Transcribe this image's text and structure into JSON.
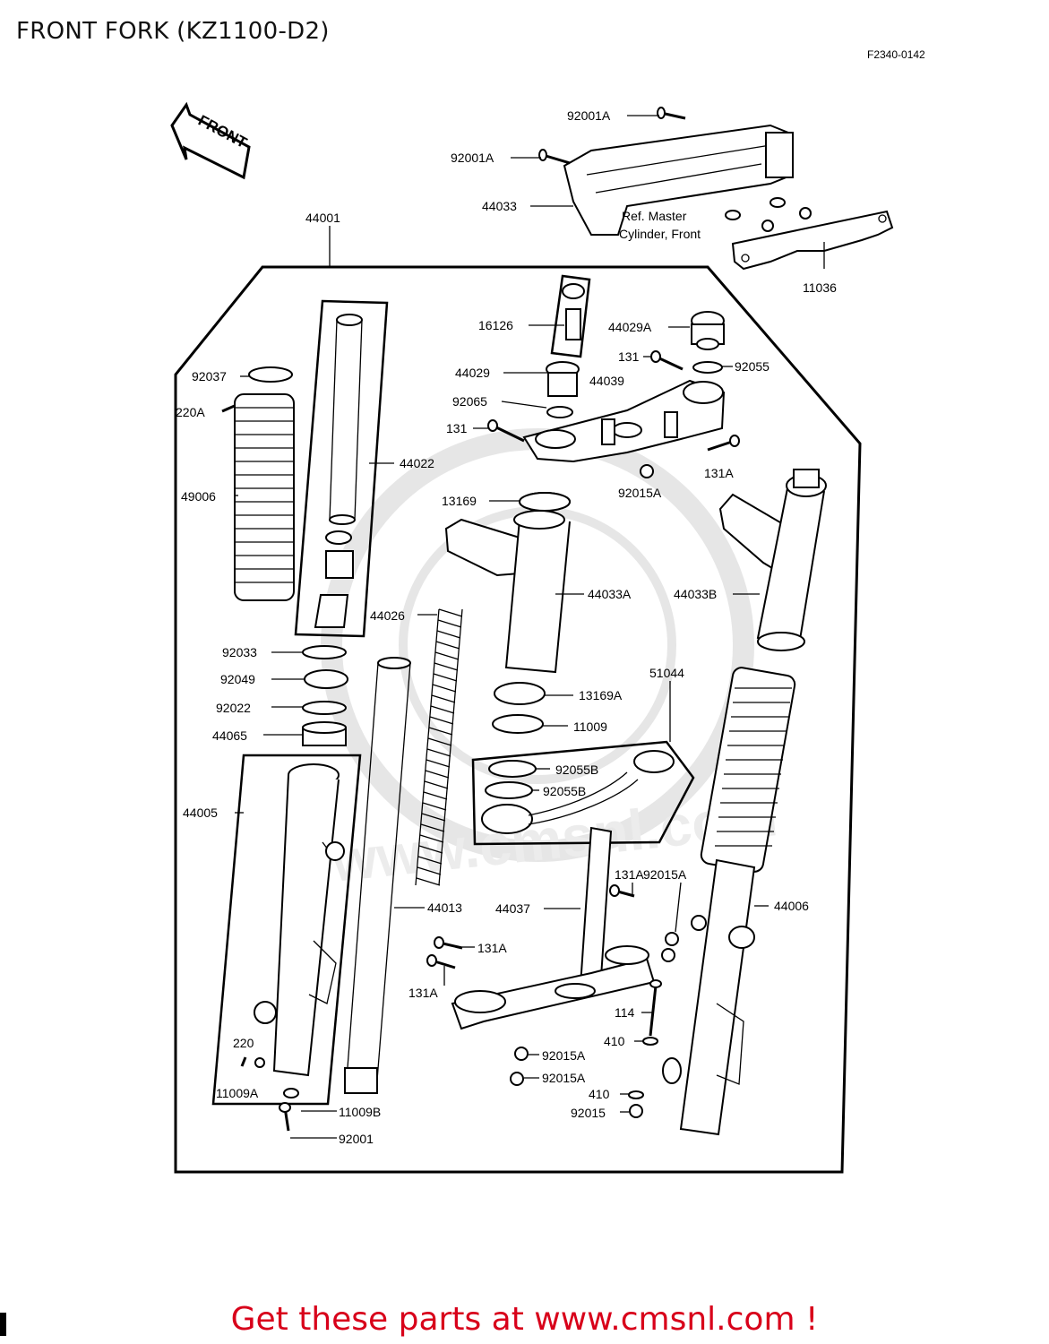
{
  "page": {
    "title": "FRONT FORK (KZ1100-D2)",
    "figure_code": "F2340-0142",
    "promo": "Get these parts at www.cmsnl.com !"
  },
  "arrow": {
    "label": "FRONT"
  },
  "note": {
    "line1": "Ref.  Master",
    "line2": "Cylinder, Front"
  },
  "watermark": {
    "text": "www.cmsnl.com"
  },
  "parts": {
    "p92001A_top": "92001A",
    "p92001A_mid": "92001A",
    "p44033": "44033",
    "p11036": "11036",
    "p44001": "44001",
    "p16126": "16126",
    "p44029A": "44029A",
    "p131_top": "131",
    "p92055": "92055",
    "p44029": "44029",
    "p44039": "44039",
    "p92065": "92065",
    "p131_left": "131",
    "p131A_right": "131A",
    "p92015A_top": "92015A",
    "p92037": "92037",
    "p220A": "220A",
    "p44022": "44022",
    "p49006": "49006",
    "p13169": "13169",
    "p44033A": "44033A",
    "p44033B": "44033B",
    "p44026": "44026",
    "p92033": "92033",
    "p92049": "92049",
    "p92022": "92022",
    "p44065": "44065",
    "p51044": "51044",
    "p13169A": "13169A",
    "p11009": "11009",
    "p92055B_1": "92055B",
    "p92055B_2": "92055B",
    "p44005": "44005",
    "p44013": "44013",
    "p44037": "44037",
    "p131A_low1": "131A",
    "p92015A_mid": "92015A",
    "p44006": "44006",
    "p131A_low2": "131A",
    "p131A_low3": "131A",
    "p114": "114",
    "p410_1": "410",
    "p220": "220",
    "p92015A_low1": "92015A",
    "p92015A_low2": "92015A",
    "p11009A": "11009A",
    "p11009B": "11009B",
    "p410_2": "410",
    "p92015": "92015",
    "p92001": "92001"
  }
}
